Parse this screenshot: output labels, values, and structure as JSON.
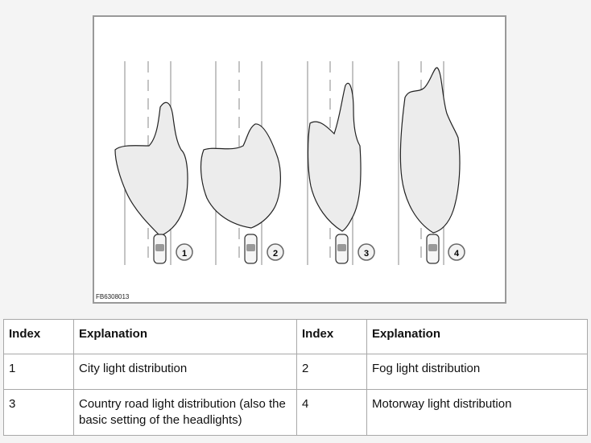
{
  "figure": {
    "id_label": "FB6308013",
    "colors": {
      "beam_fill": "#ececec",
      "stroke": "#222222",
      "lane_line": "#888888"
    },
    "diagrams": [
      {
        "marker": "1"
      },
      {
        "marker": "2"
      },
      {
        "marker": "3"
      },
      {
        "marker": "4"
      }
    ]
  },
  "table": {
    "headers": [
      "Index",
      "Explanation",
      "Index",
      "Explanation"
    ],
    "rows": [
      [
        "1",
        "City light distribution",
        "2",
        "Fog light distribution"
      ],
      [
        "3",
        "Country road light distribution (also the basic setting of the headlights)",
        "4",
        "Motorway light distribution"
      ]
    ]
  }
}
